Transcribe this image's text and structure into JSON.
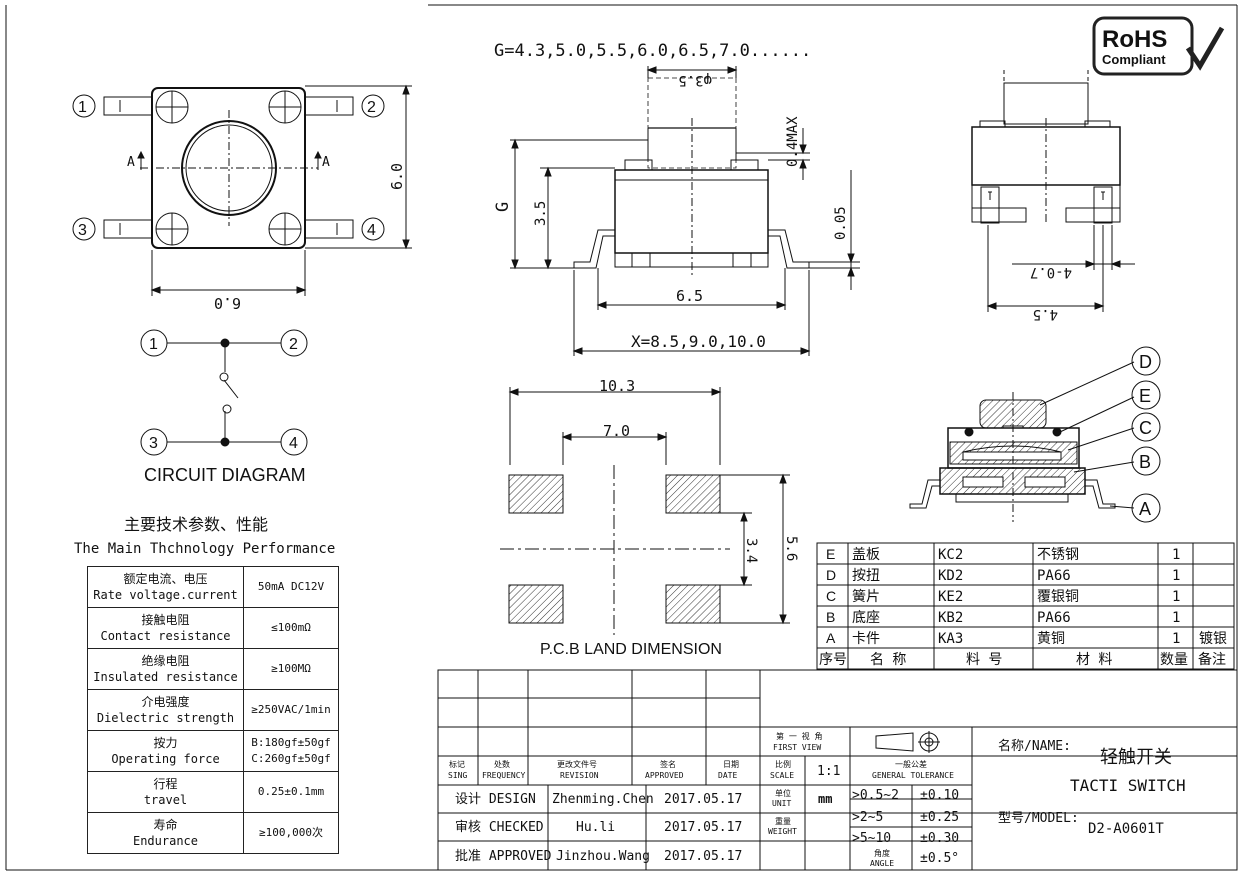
{
  "drawing": {
    "size_series": "G=4.3,5.0,5.5,6.0,6.5,7.0......",
    "rohs": {
      "line1": "RoHS",
      "line2": "Compliant"
    },
    "dims": {
      "top_height": "6.0",
      "top_width": "6.0",
      "dia": "φ3.5",
      "max_travel": "0.4MAX",
      "g_label": "G",
      "body_h": "3.5",
      "lead_h": "0.05",
      "body_w": "6.5",
      "x_series": "X=8.5,9.0,10.0",
      "lead_w": "4-0.7",
      "side_w": "4.5",
      "pcb_total": "10.3",
      "pcb_inner": "7.0",
      "pcb_gap": "3.4",
      "pcb_height": "5.6"
    },
    "section_label": "A",
    "pin_labels": [
      "1",
      "2",
      "3",
      "4"
    ],
    "callouts": [
      "D",
      "E",
      "C",
      "B",
      "A"
    ],
    "circuit_title": "CIRCUIT DIAGRAM",
    "pcb_title": "P.C.B LAND DIMENSION"
  },
  "performance": {
    "title_cn": "主要技术参数、性能",
    "title_en": "The Main Thchnology Performance",
    "rows": [
      {
        "cn": "额定电流、电压",
        "en": "Rate voltage.current",
        "value": "50mA DC12V"
      },
      {
        "cn": "接触电阻",
        "en": "Contact resistance",
        "value": "≤100mΩ"
      },
      {
        "cn": "绝缘电阻",
        "en": "Insulated resistance",
        "value": "≥100MΩ"
      },
      {
        "cn": "介电强度",
        "en": "Dielectric strength",
        "value": "≥250VAC/1min"
      },
      {
        "cn": "按力",
        "en": "Operating force",
        "value": "B:180gf±50gf",
        "value2": "C:260gf±50gf"
      },
      {
        "cn": "行程",
        "en": "travel",
        "value": "0.25±0.1mm"
      },
      {
        "cn": "寿命",
        "en": "Endurance",
        "value": "≥100,000次"
      }
    ]
  },
  "bom": {
    "rows": [
      {
        "code": "E",
        "name": "盖板",
        "part": "KC2",
        "material": "不锈钢",
        "qty": "1",
        "note": ""
      },
      {
        "code": "D",
        "name": "按扭",
        "part": "KD2",
        "material": "PA66",
        "qty": "1",
        "note": ""
      },
      {
        "code": "C",
        "name": "簧片",
        "part": "KE2",
        "material": "覆银铜",
        "qty": "1",
        "note": ""
      },
      {
        "code": "B",
        "name": "底座",
        "part": "KB2",
        "material": "PA66",
        "qty": "1",
        "note": ""
      },
      {
        "code": "A",
        "name": "卡件",
        "part": "KA3",
        "material": "黄铜",
        "qty": "1",
        "note": "镀银"
      }
    ],
    "header": {
      "code": "序号",
      "name": "名 称",
      "part": "料 号",
      "material": "材 料",
      "qty": "数量",
      "note": "备注"
    }
  },
  "title_block": {
    "col_headers": [
      {
        "cn": "标记",
        "en": "SING"
      },
      {
        "cn": "处数",
        "en": "FREQUENCY"
      },
      {
        "cn": "更改文件号",
        "en": "REVISION"
      },
      {
        "cn": "签名",
        "en": "APPROVED"
      },
      {
        "cn": "日期",
        "en": "DATE"
      }
    ],
    "roles": [
      {
        "label": "设计 DESIGN",
        "name": "Zhenming.Chen",
        "date": "2017.05.17"
      },
      {
        "label": "审核 CHECKED",
        "name": "Hu.li",
        "date": "2017.05.17"
      },
      {
        "label": "批准 APPROVED",
        "name": "Jinzhou.Wang",
        "date": "2017.05.17"
      }
    ],
    "first_view_cn": "第 一 视 角",
    "first_view_en": "FIRST VIEW",
    "scale_cn": "比例",
    "scale_en": "SCALE",
    "scale": "1:1",
    "tolerance_cn": "一般公差",
    "tolerance_en": "GENERAL TOLERANCE",
    "unit_cn": "单位",
    "unit_en": "UNIT",
    "unit": "mm",
    "weight_cn": "重量",
    "weight_en": "WEIGHT",
    "tolerances": [
      {
        "range": ">0.5~2",
        "tol": "±0.10"
      },
      {
        "range": ">2~5",
        "tol": "±0.25"
      },
      {
        "range": ">5~10",
        "tol": "±0.30"
      }
    ],
    "angle_cn": "角度",
    "angle_en": "ANGLE",
    "angle_tol": "±0.5°",
    "name_label": "名称/NAME:",
    "name_cn": "轻触开关",
    "name_en": "TACTI SWITCH",
    "model_label": "型号/MODEL:",
    "model": "D2-A0601T"
  }
}
